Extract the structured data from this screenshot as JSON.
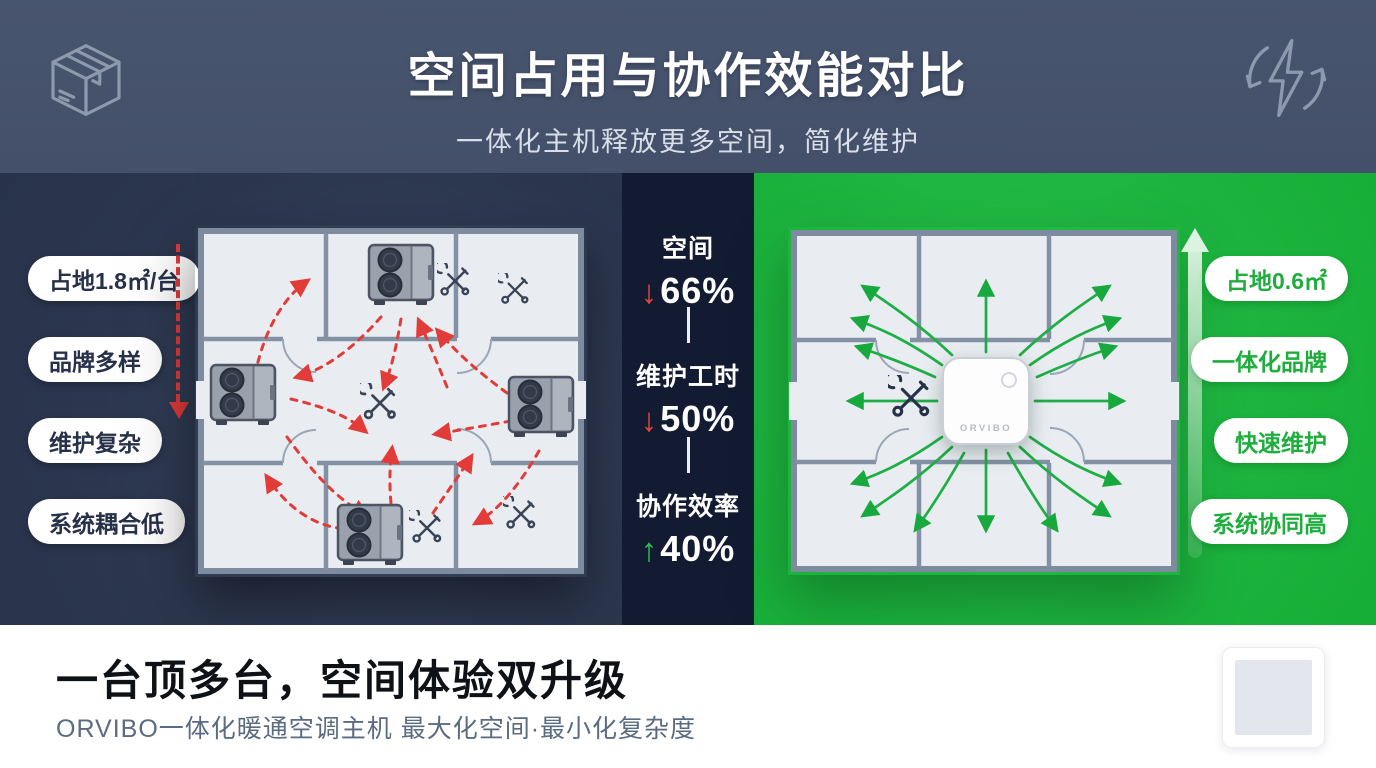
{
  "header": {
    "title": "空间占用与协作效能对比",
    "subtitle": "一体化主机释放更多空间，简化维护"
  },
  "left_panel": {
    "labels": [
      "占地1.8㎡/台",
      "品牌多样",
      "维护复杂",
      "系统耦合低"
    ]
  },
  "center_panel": {
    "stats": [
      {
        "label": "空间",
        "arrow": "↓",
        "value": "66%",
        "direction": "down"
      },
      {
        "label": "维护工时",
        "arrow": "↓",
        "value": "50%",
        "direction": "down"
      },
      {
        "label": "协作效率",
        "arrow": "↑",
        "value": "40%",
        "direction": "up"
      }
    ]
  },
  "right_panel": {
    "labels": [
      "占地0.6㎡",
      "一体化品牌",
      "快速维护",
      "系统协同高"
    ],
    "device_label": "ORVIBO"
  },
  "footer": {
    "headline": "一台顶多台，空间体验双升级",
    "subheadline": "ORVIBO一体化暖通空调主机 最大化空间·最小化复杂度"
  },
  "icons": {
    "header_left": "package-box-icon",
    "header_right": "energy-cycle-icon",
    "maintenance": "tools-icon",
    "negative_flow": "red-dashed-arrows",
    "positive_flow": "green-radiating-arrows"
  },
  "colors": {
    "header_bg": "#46536b",
    "left_bg": "#2d3852",
    "center_bg": "#121b31",
    "right_bg": "#1db43f",
    "negative": "#e23c38",
    "positive": "#27c355",
    "pill_text_traditional": "#27314a",
    "pill_text_integrated": "#1fae3e"
  }
}
